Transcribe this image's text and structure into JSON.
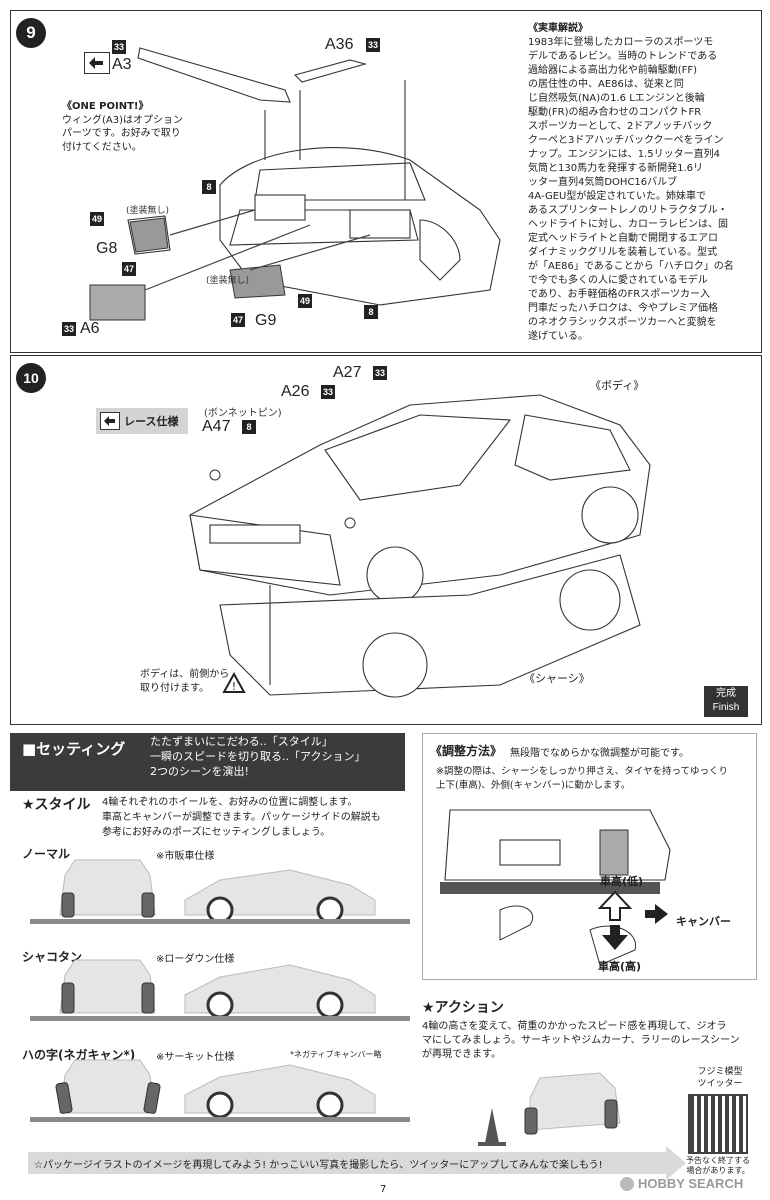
{
  "step9": {
    "number": "9",
    "parts": {
      "a3": {
        "label": "A3",
        "badge": "33"
      },
      "a36": {
        "label": "A36",
        "badge": "33"
      },
      "g8": {
        "label": "G8",
        "badge_top": "49",
        "badge_bottom": "47",
        "note": "(塗装無し)"
      },
      "g9": {
        "label": "G9",
        "badge_top": "49",
        "badge_bottom": "47",
        "note": "(塗装無し)"
      },
      "a6": {
        "label": "A6",
        "badge": "33"
      },
      "callout_8a": "8",
      "callout_8b": "8"
    },
    "one_point": {
      "title": "《ONE POINT!》",
      "lines": [
        "ウィング(A3)はオプション",
        "パーツです。お好みで取り",
        "付けてください。"
      ]
    },
    "real_car": {
      "title": "《実車解説》",
      "lines": [
        "1983年に登場したカローラのスポーツモ",
        "デルであるレビン。当時のトレンドである",
        "過給器による高出力化や前輪駆動(FF)",
        "の居住性の中、AE86は、従来と同",
        "じ自然吸気(NA)の1.6 Lエンジンと後輪",
        "駆動(FR)の組み合わせのコンパクトFR",
        "スポーツカーとして、2ドアノッチバック",
        "クーペと3ドアハッチバッククーペをライン",
        "ナップ。エンジンには、1.5リッター直列4",
        "気筒と130馬力を発揮する新開発1.6リ",
        "ッター直列4気筒DOHC16バルブ",
        "4A-GEU型が設定されていた。姉妹車で",
        "あるスプリンタートレノのリトラクタブル・",
        "ヘッドライトに対し、カローラレビンは、固",
        "定式ヘッドライトと自動で開閉するエアロ",
        "ダイナミックグリルを装着している。型式",
        "が「AE86」であることから「ハチロク」の名",
        "で今でも多くの人に愛されているモデル",
        "であり、お手軽価格のFRスポーツカー入",
        "門車だったハチロクは、今やプレミア価格",
        "のネオクラシックスポーツカーへと変貌を",
        "遂げている。"
      ]
    }
  },
  "step10": {
    "number": "10",
    "race_spec": "レース仕様",
    "a27": {
      "label": "A27",
      "badge": "33"
    },
    "a26": {
      "label": "A26",
      "badge": "33"
    },
    "a47": {
      "label": "A47",
      "badge": "8",
      "note": "(ボンネットピン)"
    },
    "body_label": "《ボディ》",
    "chassis_label": "《シャーシ》",
    "attach_note": [
      "ボディは、前側から",
      "取り付けます。"
    ],
    "finish": {
      "jp": "完成",
      "en": "Finish"
    }
  },
  "setting": {
    "title": "■セッティング",
    "intro": [
      "たたずまいにこだわる..「スタイル」",
      "一瞬のスピードを切り取る..「アクション」",
      "2つのシーンを演出!"
    ],
    "style": {
      "title": "★スタイル",
      "lines": [
        "4輪それぞれのホイールを、お好みの位置に調整します。",
        "車高とキャンバーが調整できます。パッケージサイドの解説も",
        "参考にお好みのポーズにセッティングしましょう。"
      ]
    },
    "rows": [
      {
        "name": "ノーマル",
        "note": "※市販車仕様"
      },
      {
        "name": "シャコタン",
        "note": "※ローダウン仕様"
      },
      {
        "name": "ハの字(ネガキャン*)",
        "note": "※サーキット仕様",
        "footnote": "*ネガティブキャンバー略"
      }
    ],
    "adjust": {
      "title": "《調整方法》",
      "subtitle": "無段階でなめらかな微調整が可能です。",
      "lines": [
        "※調整の際は、シャーシをしっかり押さえ、タイヤを持ってゆっくり",
        "上下(車高)、外側(キャンバー)に動かします。"
      ],
      "low": "車高(低)",
      "high": "車高(高)",
      "camber": "キャンバー"
    },
    "action": {
      "title": "★アクション",
      "lines": [
        "4輪の高さを変えて、荷重のかかったスピード感を再現して、ジオラ",
        "マにしてみましょう。サーキットやジムカーナ、ラリーのレースシーン",
        "が再現できます。"
      ]
    },
    "twitter": {
      "line1": "フジミ模型",
      "line2": "ツイッター",
      "note1": "予告なく終了する",
      "note2": "場合があります。"
    },
    "banner": "☆パッケージイラストのイメージを再現してみよう!  かっこいい写真を撮影したら、ツイッターにアップしてみんなで楽しもう!",
    "page": "7",
    "watermark": "HOBBY SEARCH"
  }
}
